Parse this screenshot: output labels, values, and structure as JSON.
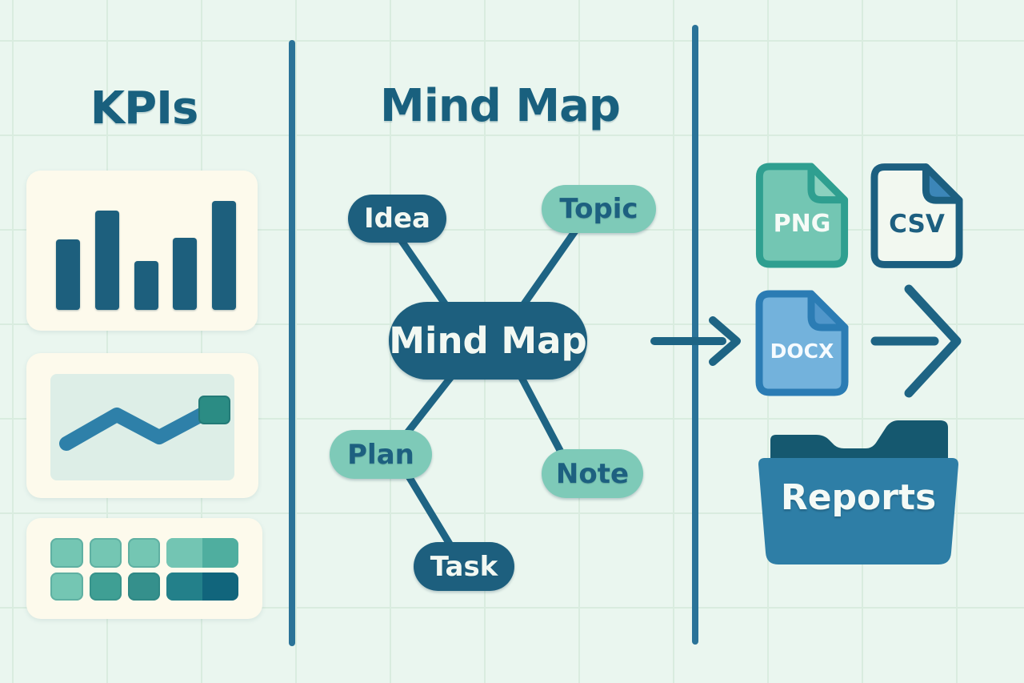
{
  "panels": {
    "kpis": {
      "title": "KPIs",
      "bar_chart": {
        "type": "bar",
        "values": [
          65,
          91,
          45,
          66,
          100
        ],
        "bar_color": "#1d5f7d"
      },
      "line_chart": {
        "type": "line",
        "trend": "zigzag-up",
        "points": [
          [
            50,
            113
          ],
          [
            113,
            77
          ],
          [
            166,
            105
          ],
          [
            230,
            71
          ]
        ],
        "line_color": "#2e80a9",
        "endpoint_color": "#2b8c84"
      },
      "grid_chart": {
        "type": "heatmap",
        "rows": [
          [
            "#74c6b3",
            "#74c6b3",
            "#74c6b3",
            [
              "#73c5b3",
              "#4fae9f"
            ]
          ],
          [
            "#74c6b3",
            "#3f9f94",
            "#35908c",
            [
              "#23808a",
              "#11657c"
            ]
          ]
        ]
      }
    },
    "mindmap": {
      "title": "Mind Map",
      "center_label": "Mind Map",
      "nodes": [
        {
          "label": "Idea",
          "style": "dark"
        },
        {
          "label": "Topic",
          "style": "light"
        },
        {
          "label": "Plan",
          "style": "light"
        },
        {
          "label": "Note",
          "style": "light"
        },
        {
          "label": "Task",
          "style": "dark"
        }
      ]
    },
    "exports": {
      "files": [
        {
          "label": "PNG",
          "body_color": "#73c6b3",
          "border_color": "#2f9f90",
          "fold_color": "#8bd1bf",
          "label_color": "#f6fbf7"
        },
        {
          "label": "CSV",
          "body_color": "#f2f8f0",
          "border_color": "#1c5f80",
          "fold_color": "#3c86b8",
          "label_color": "#1d5f80"
        },
        {
          "label": "DOCX",
          "body_color": "#73b2dc",
          "border_color": "#2b7cb4",
          "fold_color": "#5096ca",
          "label_color": "#f6fbff"
        }
      ],
      "folder_label": "Reports",
      "folder_front_color": "#2e7ea6",
      "folder_back_color": "#15586f"
    }
  },
  "colors": {
    "background": "#eaf6ef",
    "grid_line": "#d9ecdf",
    "dark_teal": "#1d5f7e",
    "light_pill": "#7ecab8",
    "divider": "#2b7398",
    "connector": "#1e6484",
    "card_bg": "#fdfaec"
  }
}
